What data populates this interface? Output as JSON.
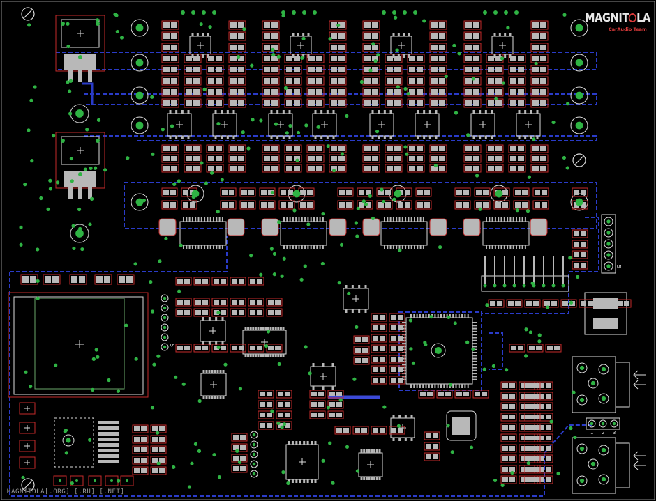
{
  "canvas": {
    "background": "#000000"
  },
  "colors": {
    "pad_fill": "#b8b8b8",
    "pad_outline": "#c42a2a",
    "via": "#2fb344",
    "silk": "#dcdcdc",
    "trace": "#2a3bc8",
    "board_edge": "#8a8a8a",
    "dark_silk": "#555555"
  },
  "logo": {
    "text_left": "MAGNIT",
    "text_right": "LA",
    "tagline": "CarAudio Team",
    "icon": "target-circle-icon"
  },
  "footer": {
    "url": "MAGNITOLA[.ORG] [.RU] [.NET]"
  },
  "connector_pins": {
    "labels": [
      "1",
      "2",
      "3"
    ]
  },
  "header_label": {
    "text": "5"
  },
  "header_label_left": {
    "text": "5"
  }
}
